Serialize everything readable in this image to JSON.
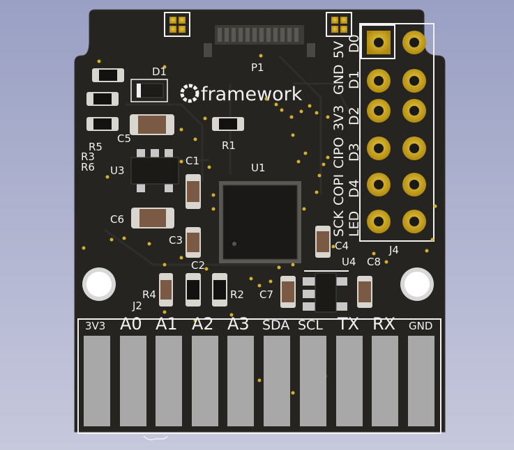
{
  "brand": "framework",
  "connector_label": "P1",
  "header_label": "J4",
  "edge_connector_label": "J2",
  "components": {
    "D1": "D1",
    "R5": "R5",
    "R3": "R3",
    "R6": "R6",
    "C5": "C5",
    "U3": "U3",
    "R1": "R1",
    "C1": "C1",
    "U1": "U1",
    "C6": "C6",
    "C3": "C3",
    "C2": "C2",
    "R4": "R4",
    "R2": "R2",
    "C7": "C7",
    "C4": "C4",
    "U4": "U4",
    "C8": "C8"
  },
  "header_pins_left": [
    "GND",
    "3V3",
    "CIPO",
    "COPI",
    "SCK"
  ],
  "header_pins_left_top": "5V",
  "header_pins_right": [
    "D0",
    "D1",
    "D2",
    "D3",
    "D4",
    "LED"
  ],
  "edge_pins": [
    "3V3",
    "A0",
    "A1",
    "A2",
    "A3",
    "SDA",
    "SCL",
    "TX",
    "RX",
    "GND"
  ],
  "colors": {
    "board": "#262420",
    "silkscreen": "#f2f2f2",
    "gold": "#c8a416",
    "contact": "#a8a8a8",
    "background": "#9aa0c4"
  }
}
